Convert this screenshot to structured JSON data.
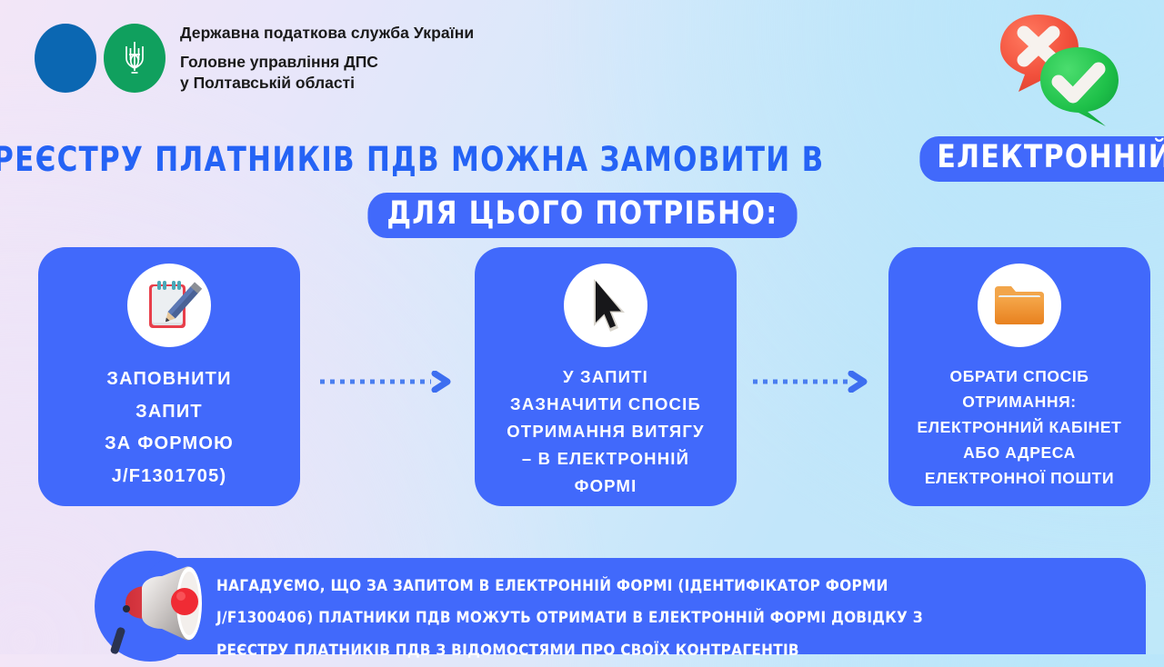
{
  "header": {
    "org_line1": "Державна податкова служба України",
    "org_line2_a": "Головне управління ДПС",
    "org_line2_b": "у Полтавській області",
    "logo_blue_icon": "blue-circle-logo",
    "logo_green_icon": "trident-emblem-icon"
  },
  "decor": {
    "reject_bubble_icon": "red-speech-bubble-cross-icon",
    "accept_bubble_icon": "green-speech-bubble-check-icon"
  },
  "title": {
    "line1_text": "ВИТЯГ З РЕЄСТРУ ПЛАТНИКІВ ПДВ МОЖНА ЗАМОВИТИ В",
    "line1_pill": "ЕЛЕКТРОННІЙ ФОРМІ",
    "line2_pill": "ДЛЯ ЦЬОГО ПОТРІБНО:"
  },
  "steps": [
    {
      "icon": "notepad-pencil-icon",
      "lines": [
        "ЗАПОВНИТИ",
        "ЗАПИТ",
        "ЗА ФОРМОЮ",
        "J/F1301705)"
      ]
    },
    {
      "icon": "mouse-cursor-icon",
      "lines": [
        "У ЗАПИТІ",
        "ЗАЗНАЧИТИ СПОСІБ",
        "ОТРИМАННЯ ВИТЯГУ",
        "– В ЕЛЕКТРОННІЙ",
        "ФОРМІ"
      ]
    },
    {
      "icon": "folder-icon",
      "lines": [
        "ОБРАТИ СПОСІБ",
        "ОТРИМАННЯ:",
        "ЕЛЕКТРОННИЙ КАБІНЕТ",
        "АБО АДРЕСА",
        "ЕЛЕКТРОННОЇ ПОШТИ"
      ]
    }
  ],
  "arrows": {
    "arrow1_icon": "dotted-arrow-right-icon",
    "arrow2_icon": "dotted-arrow-right-icon"
  },
  "banner": {
    "megaphone_icon": "megaphone-icon",
    "line1": "НАГАДУЄМО, ЩО ЗА ЗАПИТОМ В ЕЛЕКТРОННІЙ ФОРМІ (ІДЕНТИФІКАТОР ФОРМИ",
    "line2": "J/F1300406) ПЛАТНИКИ ПДВ МОЖУТЬ ОТРИМАТИ В ЕЛЕКТРОННІЙ ФОРМІ ДОВІДКУ З",
    "line3": "РЕЄСТРУ ПЛАТНИКІВ ПДВ З ВІДОМОСТЯМИ ПРО СВОЇХ КОНТРАГЕНТІВ"
  },
  "colors": {
    "brand_blue": "#4169fb",
    "title_blue": "#2563f5",
    "logo_blue": "#0b67b2",
    "logo_green": "#10a05e",
    "reject_red": "#f2503c",
    "accept_green": "#1fc14a",
    "folder_orange": "#f0912d"
  }
}
